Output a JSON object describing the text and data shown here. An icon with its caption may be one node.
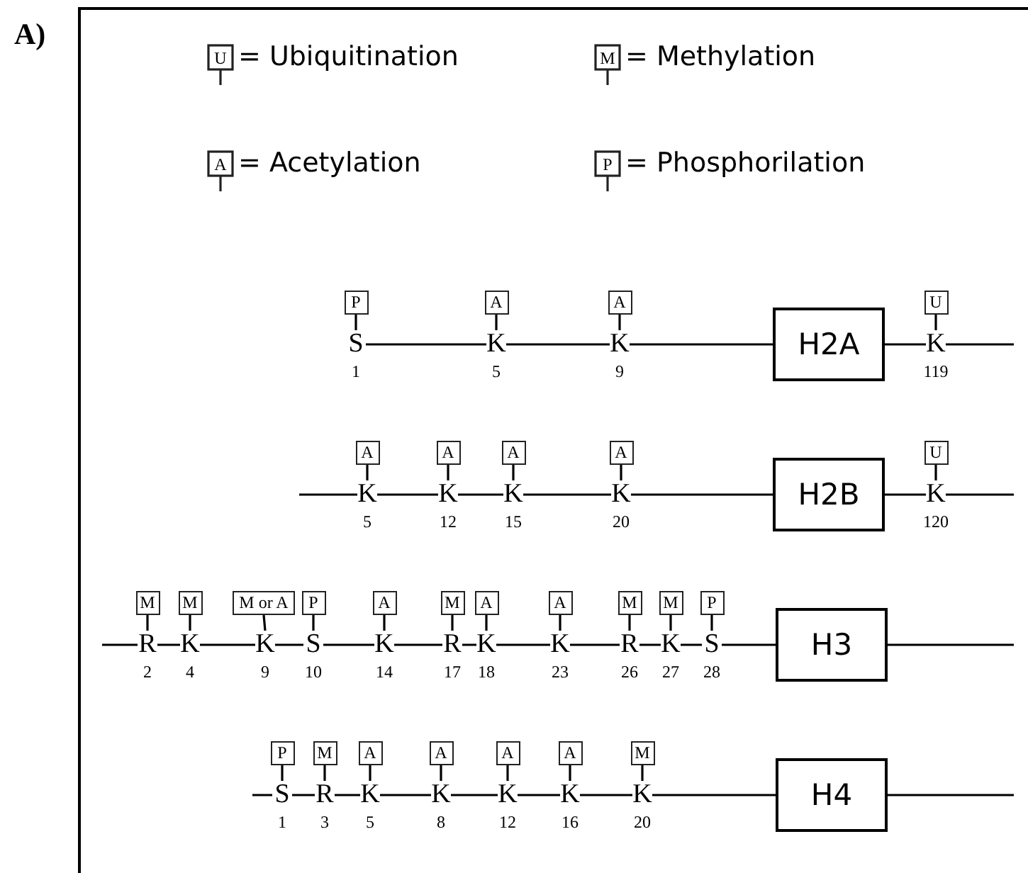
{
  "diagram": {
    "nodes": [
      {
        "text": [
          "P"
        ]
      },
      {
        "text": [
          "S"
        ],
        "beside": [
          "1"
        ]
      },
      {
        "text": [
          "A"
        ]
      },
      {
        "text": [
          "K"
        ],
        "beside": [
          "5"
        ]
      },
      {
        "text": [
          "A"
        ]
      },
      {
        "text": [
          "K"
        ],
        "beside": [
          "9"
        ]
      },
      {
        "text": [
          "H2A"
        ]
      },
      {
        "text": [
          "U"
        ]
      },
      {
        "text": [
          "K"
        ],
        "beside": [
          "119"
        ]
      },
      {
        "text": [
          "A"
        ]
      },
      {
        "text": [
          "K"
        ],
        "beside": [
          "5"
        ]
      },
      {
        "text": [
          "A"
        ]
      },
      {
        "text": [
          "K"
        ],
        "beside": [
          "12"
        ]
      },
      {
        "text": [
          "A"
        ]
      },
      {
        "text": [
          "K"
        ],
        "beside": [
          "15"
        ]
      },
      {
        "text": [
          "A"
        ]
      },
      {
        "text": [
          "K"
        ],
        "beside": [
          "20"
        ]
      },
      {
        "text": [
          "H2B"
        ]
      },
      {
        "text": [
          "U"
        ]
      },
      {
        "text": [
          "K"
        ],
        "beside": [
          "120"
        ]
      },
      {
        "text": [
          "M"
        ]
      },
      {
        "text": [
          "R"
        ],
        "beside": [
          "2"
        ]
      },
      {
        "text": [
          "M"
        ]
      },
      {
        "text": [
          "K"
        ],
        "beside": [
          "4"
        ]
      },
      {
        "text": [
          "M or A"
        ]
      },
      {
        "text": [
          "K"
        ],
        "beside": [
          "9"
        ]
      },
      {
        "text": [
          "P"
        ]
      },
      {
        "text": [
          "S"
        ],
        "beside": [
          "10"
        ]
      },
      {
        "text": [
          "A"
        ]
      },
      {
        "text": [
          "K"
        ],
        "beside": [
          "14"
        ]
      },
      {
        "text": [
          "M"
        ]
      },
      {
        "text": [
          "R"
        ],
        "beside": [
          "17"
        ]
      },
      {
        "text": [
          "A"
        ]
      },
      {
        "text": [
          "K"
        ],
        "beside": [
          "18"
        ]
      },
      {
        "text": [
          "A"
        ]
      },
      {
        "text": [
          "K"
        ],
        "beside": [
          "23"
        ]
      },
      {
        "text": [
          "M"
        ]
      },
      {
        "text": [
          "R"
        ],
        "beside": [
          "26"
        ]
      },
      {
        "text": [
          "M"
        ]
      },
      {
        "text": [
          "K"
        ],
        "beside": [
          "27"
        ]
      },
      {
        "text": [
          "P"
        ]
      },
      {
        "text": [
          "S"
        ],
        "beside": [
          "28"
        ]
      },
      {
        "text": [
          "H3"
        ]
      },
      {
        "text": [
          "P"
        ]
      },
      {
        "text": [
          "S"
        ],
        "beside": [
          "1"
        ]
      },
      {
        "text": [
          "M"
        ]
      },
      {
        "text": [
          "R"
        ],
        "beside": [
          "3"
        ]
      },
      {
        "text": [
          "A"
        ]
      },
      {
        "text": [
          "K"
        ],
        "beside": [
          "5"
        ]
      },
      {
        "text": [
          "A"
        ]
      },
      {
        "text": [
          "K"
        ],
        "beside": [
          "8"
        ]
      },
      {
        "text": [
          "A"
        ]
      },
      {
        "text": [
          "K"
        ],
        "beside": [
          "12"
        ]
      },
      {
        "text": [
          "A"
        ]
      },
      {
        "text": [
          "K"
        ],
        "beside": [
          "16"
        ]
      },
      {
        "text": [
          "M"
        ]
      },
      {
        "text": [
          "K"
        ],
        "beside": [
          "20"
        ]
      },
      {
        "text": [
          "H4"
        ]
      }
    ],
    "edges": [
      {
        "from": 0,
        "to": 1,
        "arrow": "none"
      },
      {
        "from": 2,
        "to": 3,
        "arrow": "none"
      },
      {
        "from": 4,
        "to": 5,
        "arrow": "none"
      },
      {
        "from": 7,
        "to": 8,
        "arrow": "none"
      },
      {
        "from": 1,
        "to": 3,
        "arrow": "none"
      },
      {
        "from": 3,
        "to": 5,
        "arrow": "none"
      },
      {
        "from": 5,
        "to": 6,
        "arrow": "none"
      },
      {
        "from": 6,
        "to": 8,
        "arrow": "none"
      },
      {
        "from": 8,
        "to": null,
        "arrow": "none"
      },
      {
        "from": 9,
        "to": 10,
        "arrow": "none"
      },
      {
        "from": 11,
        "to": 12,
        "arrow": "none"
      },
      {
        "from": 13,
        "to": 14,
        "arrow": "none"
      },
      {
        "from": 15,
        "to": 16,
        "arrow": "none"
      },
      {
        "from": 18,
        "to": 19,
        "arrow": "none"
      },
      {
        "from": null,
        "to": 10,
        "arrow": "none"
      },
      {
        "from": 10,
        "to": 12,
        "arrow": "none"
      },
      {
        "from": 12,
        "to": 14,
        "arrow": "none"
      },
      {
        "from": 14,
        "to": 16,
        "arrow": "none"
      },
      {
        "from": 16,
        "to": 17,
        "arrow": "none"
      },
      {
        "from": 17,
        "to": 19,
        "arrow": "none"
      },
      {
        "from": 19,
        "to": null,
        "arrow": "none"
      },
      {
        "from": 20,
        "to": 21,
        "arrow": "none"
      },
      {
        "from": 22,
        "to": 23,
        "arrow": "none"
      },
      {
        "from": 24,
        "to": 25,
        "arrow": "none"
      },
      {
        "from": 26,
        "to": 27,
        "arrow": "none"
      },
      {
        "from": 28,
        "to": 29,
        "arrow": "none"
      },
      {
        "from": 30,
        "to": 31,
        "arrow": "none"
      },
      {
        "from": 32,
        "to": 33,
        "arrow": "none"
      },
      {
        "from": 34,
        "to": 35,
        "arrow": "none"
      },
      {
        "from": 36,
        "to": 37,
        "arrow": "none"
      },
      {
        "from": 38,
        "to": 39,
        "arrow": "none"
      },
      {
        "from": 40,
        "to": 41,
        "arrow": "none"
      },
      {
        "from": null,
        "to": 21,
        "arrow": "none"
      },
      {
        "from": 21,
        "to": 23,
        "arrow": "none"
      },
      {
        "from": 23,
        "to": 25,
        "arrow": "none"
      },
      {
        "from": 25,
        "to": 27,
        "arrow": "none"
      },
      {
        "from": 27,
        "to": 29,
        "arrow": "none"
      },
      {
        "from": 29,
        "to": 31,
        "arrow": "none"
      },
      {
        "from": 31,
        "to": 33,
        "arrow": "none"
      },
      {
        "from": 33,
        "to": 35,
        "arrow": "none"
      },
      {
        "from": 35,
        "to": 37,
        "arrow": "none"
      },
      {
        "from": 37,
        "to": 39,
        "arrow": "none"
      },
      {
        "from": 39,
        "to": 41,
        "arrow": "none"
      },
      {
        "from": 41,
        "to": 42,
        "arrow": "none"
      },
      {
        "from": 42,
        "to": null,
        "arrow": "none"
      },
      {
        "from": 43,
        "to": 44,
        "arrow": "none"
      },
      {
        "from": 45,
        "to": 46,
        "arrow": "none"
      },
      {
        "from": 47,
        "to": 48,
        "arrow": "none"
      },
      {
        "from": 49,
        "to": 50,
        "arrow": "none"
      },
      {
        "from": 51,
        "to": 52,
        "arrow": "none"
      },
      {
        "from": 53,
        "to": 54,
        "arrow": "none"
      },
      {
        "from": 55,
        "to": 56,
        "arrow": "none"
      },
      {
        "from": null,
        "to": 44,
        "arrow": "none"
      },
      {
        "from": 44,
        "to": 46,
        "arrow": "none"
      },
      {
        "from": 46,
        "to": 48,
        "arrow": "none"
      },
      {
        "from": 48,
        "to": 50,
        "arrow": "none"
      },
      {
        "from": 50,
        "to": 52,
        "arrow": "none"
      },
      {
        "from": 52,
        "to": 54,
        "arrow": "none"
      },
      {
        "from": 54,
        "to": 56,
        "arrow": "none"
      },
      {
        "from": 56,
        "to": 57,
        "arrow": "none"
      },
      {
        "from": 57,
        "to": null,
        "arrow": "none"
      }
    ],
    "labels": [
      "A)",
      "U",
      "M",
      "A",
      "P"
    ],
    "legend": [
      {
        "text": "= Ubiquitination"
      },
      {
        "text": "= Methylation"
      },
      {
        "text": "= Acetylation"
      },
      {
        "text": "= Phosphorilation"
      }
    ]
  }
}
